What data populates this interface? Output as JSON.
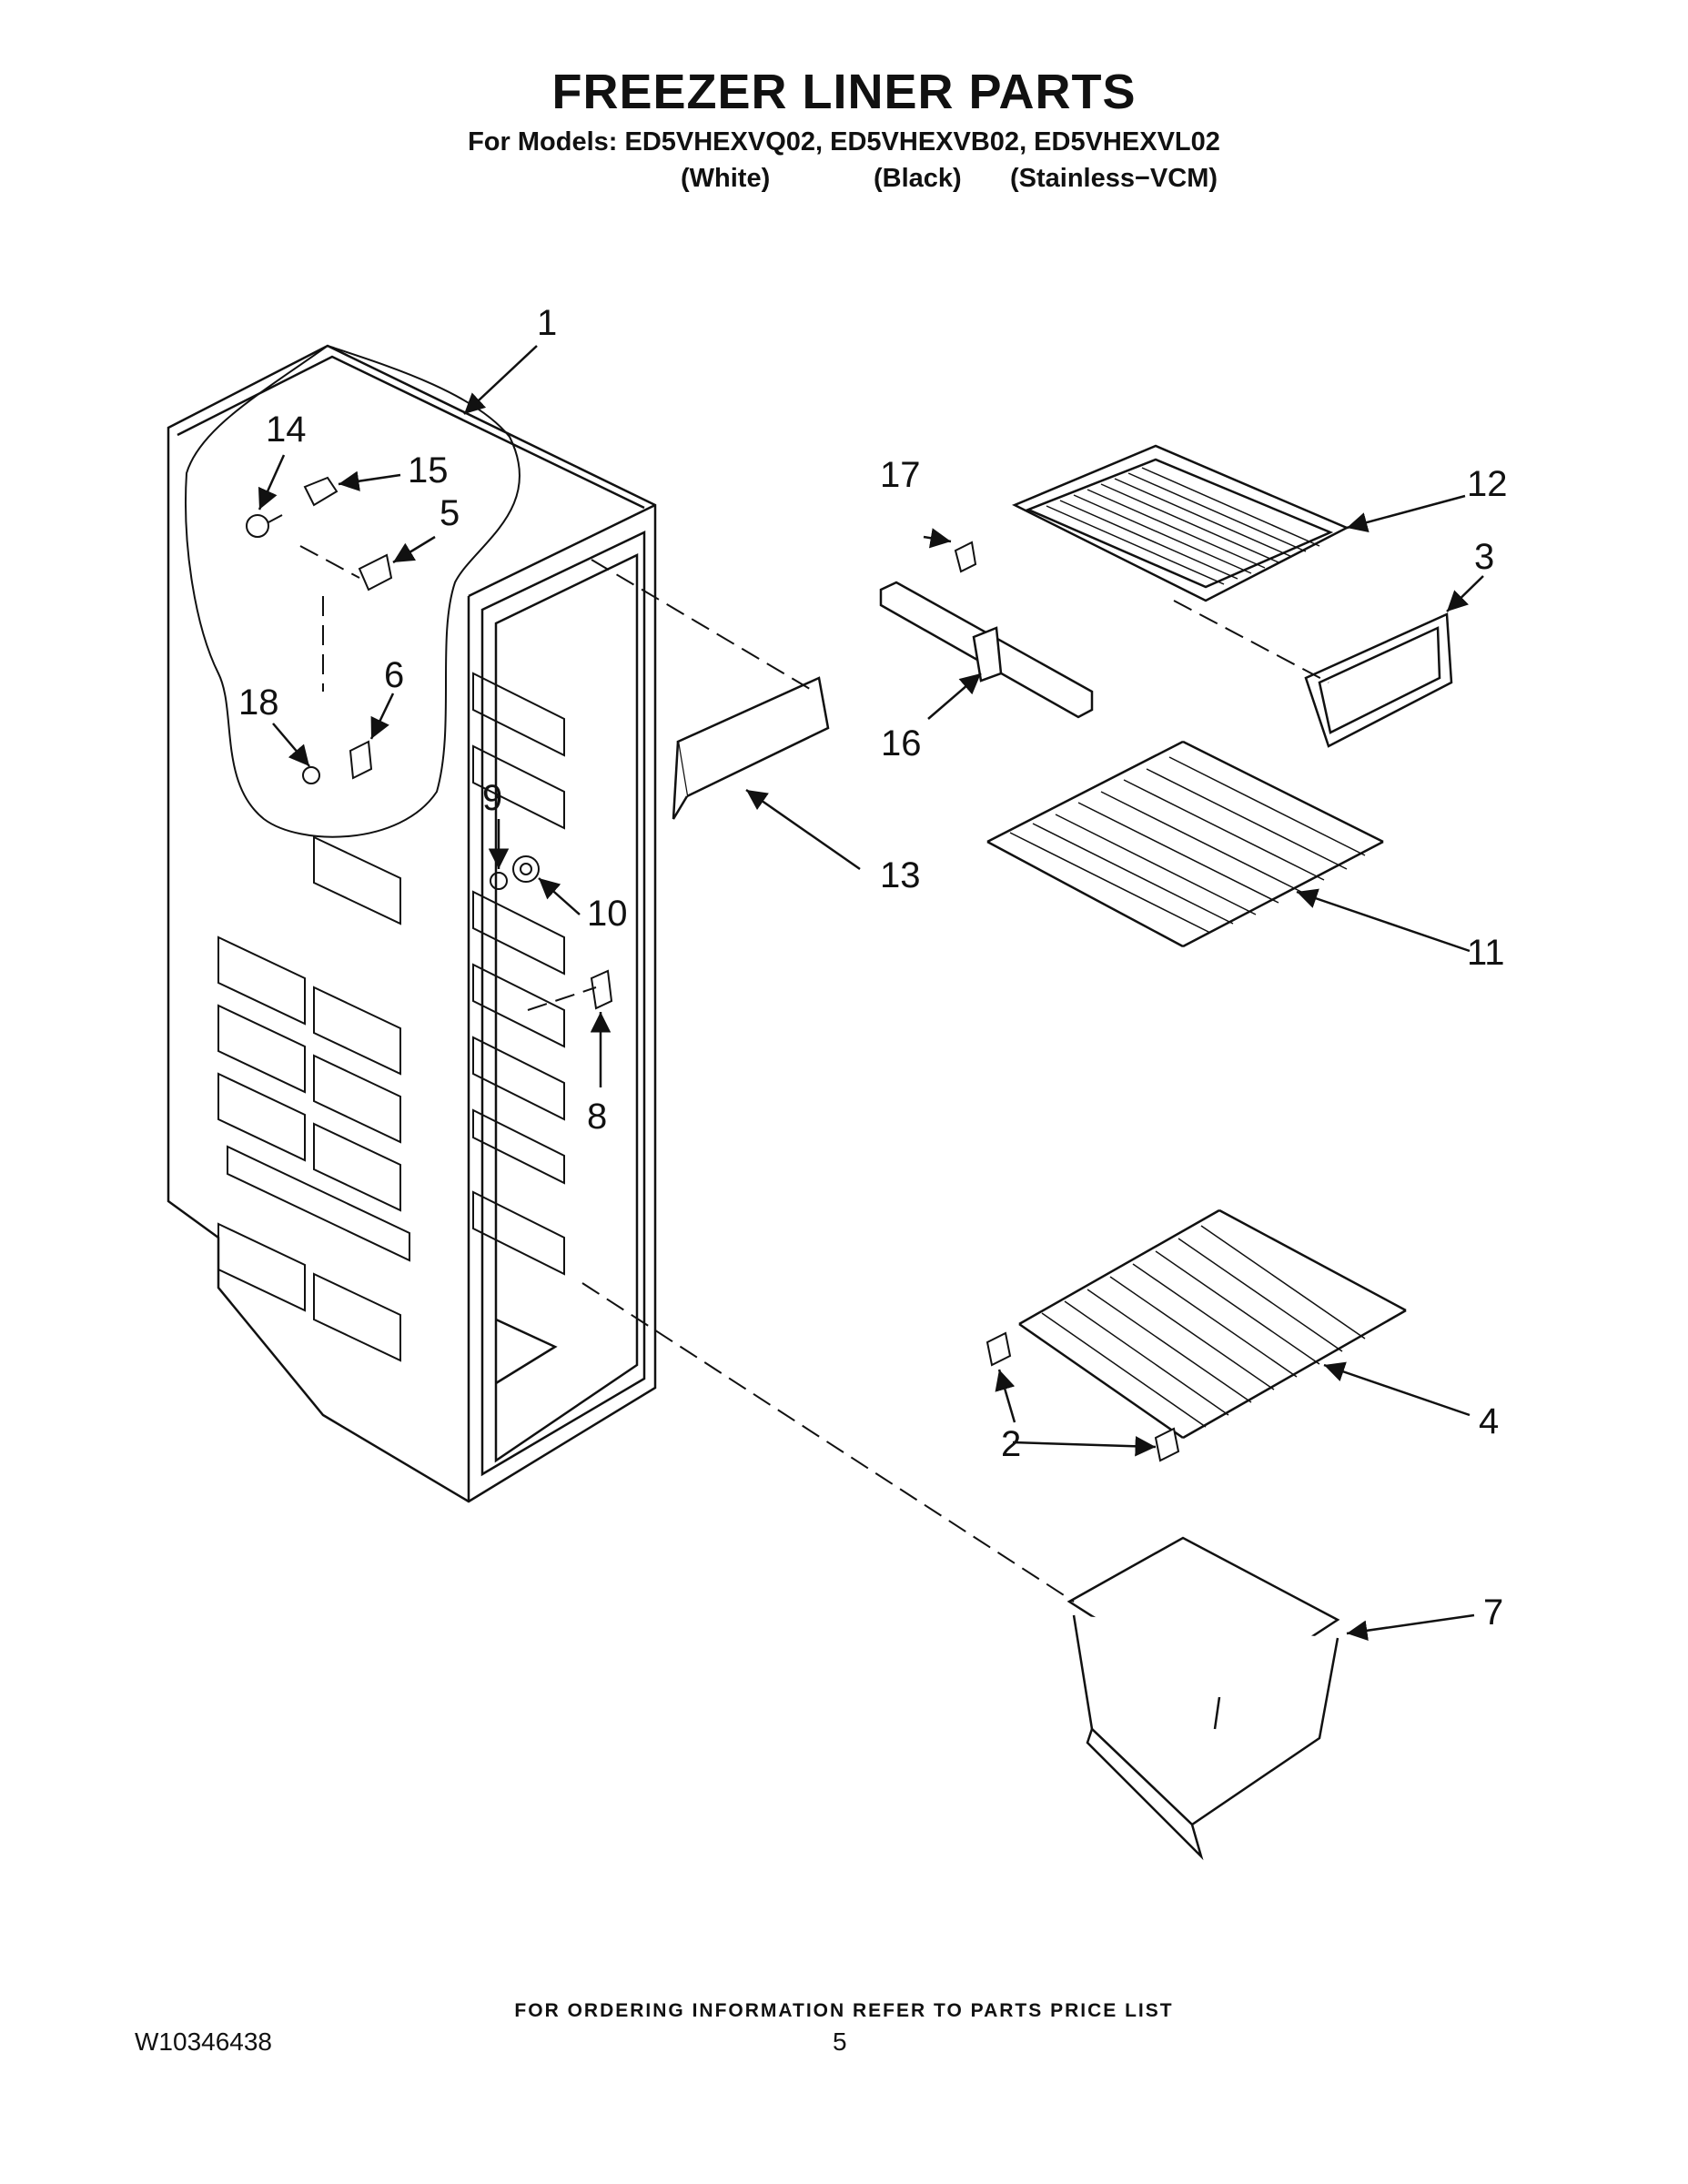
{
  "header": {
    "title": "FREEZER LINER PARTS",
    "models_line": "For Models: ED5VHEXVQ02, ED5VHEXVB02, ED5VHEXVL02",
    "variants": [
      "(White)",
      "(Black)",
      "(Stainless−VCM)"
    ]
  },
  "callouts": [
    "1",
    "2",
    "3",
    "4",
    "5",
    "6",
    "7",
    "8",
    "9",
    "10",
    "11",
    "12",
    "13",
    "14",
    "15",
    "16",
    "17",
    "18"
  ],
  "footer": {
    "ordering_note": "FOR ORDERING INFORMATION REFER TO PARTS PRICE LIST",
    "document_id": "W10346438",
    "page_number": "5"
  }
}
